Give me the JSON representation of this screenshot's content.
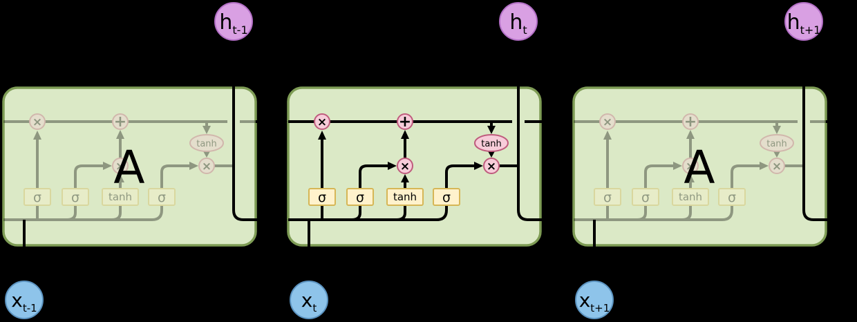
{
  "colors": {
    "background": "#000000",
    "cell_fill": "#dbe9c6",
    "cell_stroke": "#7e9c55",
    "wire": "#000000",
    "gate_fill": "#fff2cc",
    "gate_stroke": "#d6b656",
    "op_fill": "#f7ccd9",
    "op_stroke": "#bf5b7d",
    "hidden_fill": "#d9a0e3",
    "hidden_stroke": "#b36fc6",
    "input_fill": "#8ec4ea",
    "input_stroke": "#5b93c0",
    "label": "#000000"
  },
  "nodes": {
    "hidden": [
      {
        "base": "h",
        "sub": "t-1"
      },
      {
        "base": "h",
        "sub": "t"
      },
      {
        "base": "h",
        "sub": "t+1"
      }
    ],
    "input": [
      {
        "base": "x",
        "sub": "t-1"
      },
      {
        "base": "x",
        "sub": "t"
      },
      {
        "base": "x",
        "sub": "t+1"
      }
    ]
  },
  "cells": {
    "left_label": "A",
    "right_label": "A"
  },
  "internals": {
    "gates": [
      "σ",
      "σ",
      "tanh",
      "σ"
    ],
    "pointwise_multiply": "×",
    "pointwise_add": "+",
    "tanh_activation": "tanh"
  }
}
